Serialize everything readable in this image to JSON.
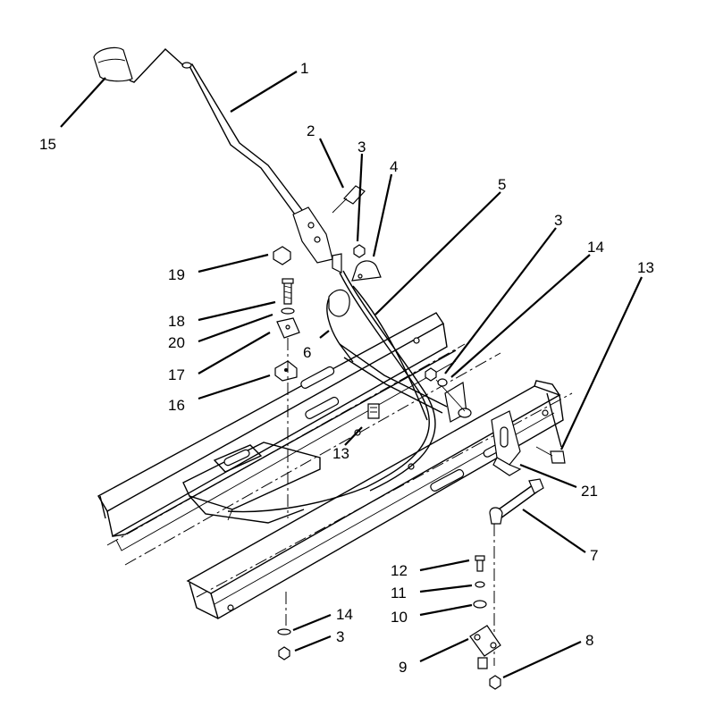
{
  "diagram": {
    "callouts": [
      {
        "id": "c1",
        "text": "1"
      },
      {
        "id": "c2",
        "text": "2"
      },
      {
        "id": "c3a",
        "text": "3"
      },
      {
        "id": "c4",
        "text": "4"
      },
      {
        "id": "c5",
        "text": "5"
      },
      {
        "id": "c3b",
        "text": "3"
      },
      {
        "id": "c14a",
        "text": "14"
      },
      {
        "id": "c13a",
        "text": "13"
      },
      {
        "id": "c15",
        "text": "15"
      },
      {
        "id": "c19",
        "text": "19"
      },
      {
        "id": "c18",
        "text": "18"
      },
      {
        "id": "c20",
        "text": "20"
      },
      {
        "id": "c6",
        "text": "6"
      },
      {
        "id": "c17",
        "text": "17"
      },
      {
        "id": "c16",
        "text": "16"
      },
      {
        "id": "c13b",
        "text": "13"
      },
      {
        "id": "c21",
        "text": "21"
      },
      {
        "id": "c7",
        "text": "7"
      },
      {
        "id": "c12",
        "text": "12"
      },
      {
        "id": "c11",
        "text": "11"
      },
      {
        "id": "c10",
        "text": "10"
      },
      {
        "id": "c14b",
        "text": "14"
      },
      {
        "id": "c3c",
        "text": "3"
      },
      {
        "id": "c8",
        "text": "8"
      },
      {
        "id": "c9",
        "text": "9"
      }
    ]
  }
}
